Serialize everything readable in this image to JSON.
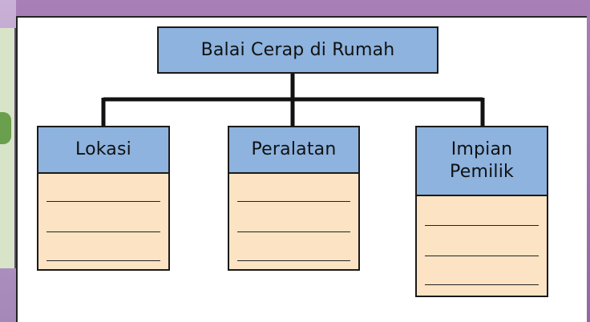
{
  "root": {
    "label": "Balai Cerap di Rumah"
  },
  "children": [
    {
      "label": "Lokasi",
      "lines": 3
    },
    {
      "label": "Peralatan",
      "lines": 3
    },
    {
      "label_lines": [
        "Impian",
        "Pemilik"
      ],
      "lines": 3
    }
  ],
  "colors": {
    "header_fill": "#8db3de",
    "body_fill": "#fbe3c3",
    "background": "#a97fb7"
  }
}
